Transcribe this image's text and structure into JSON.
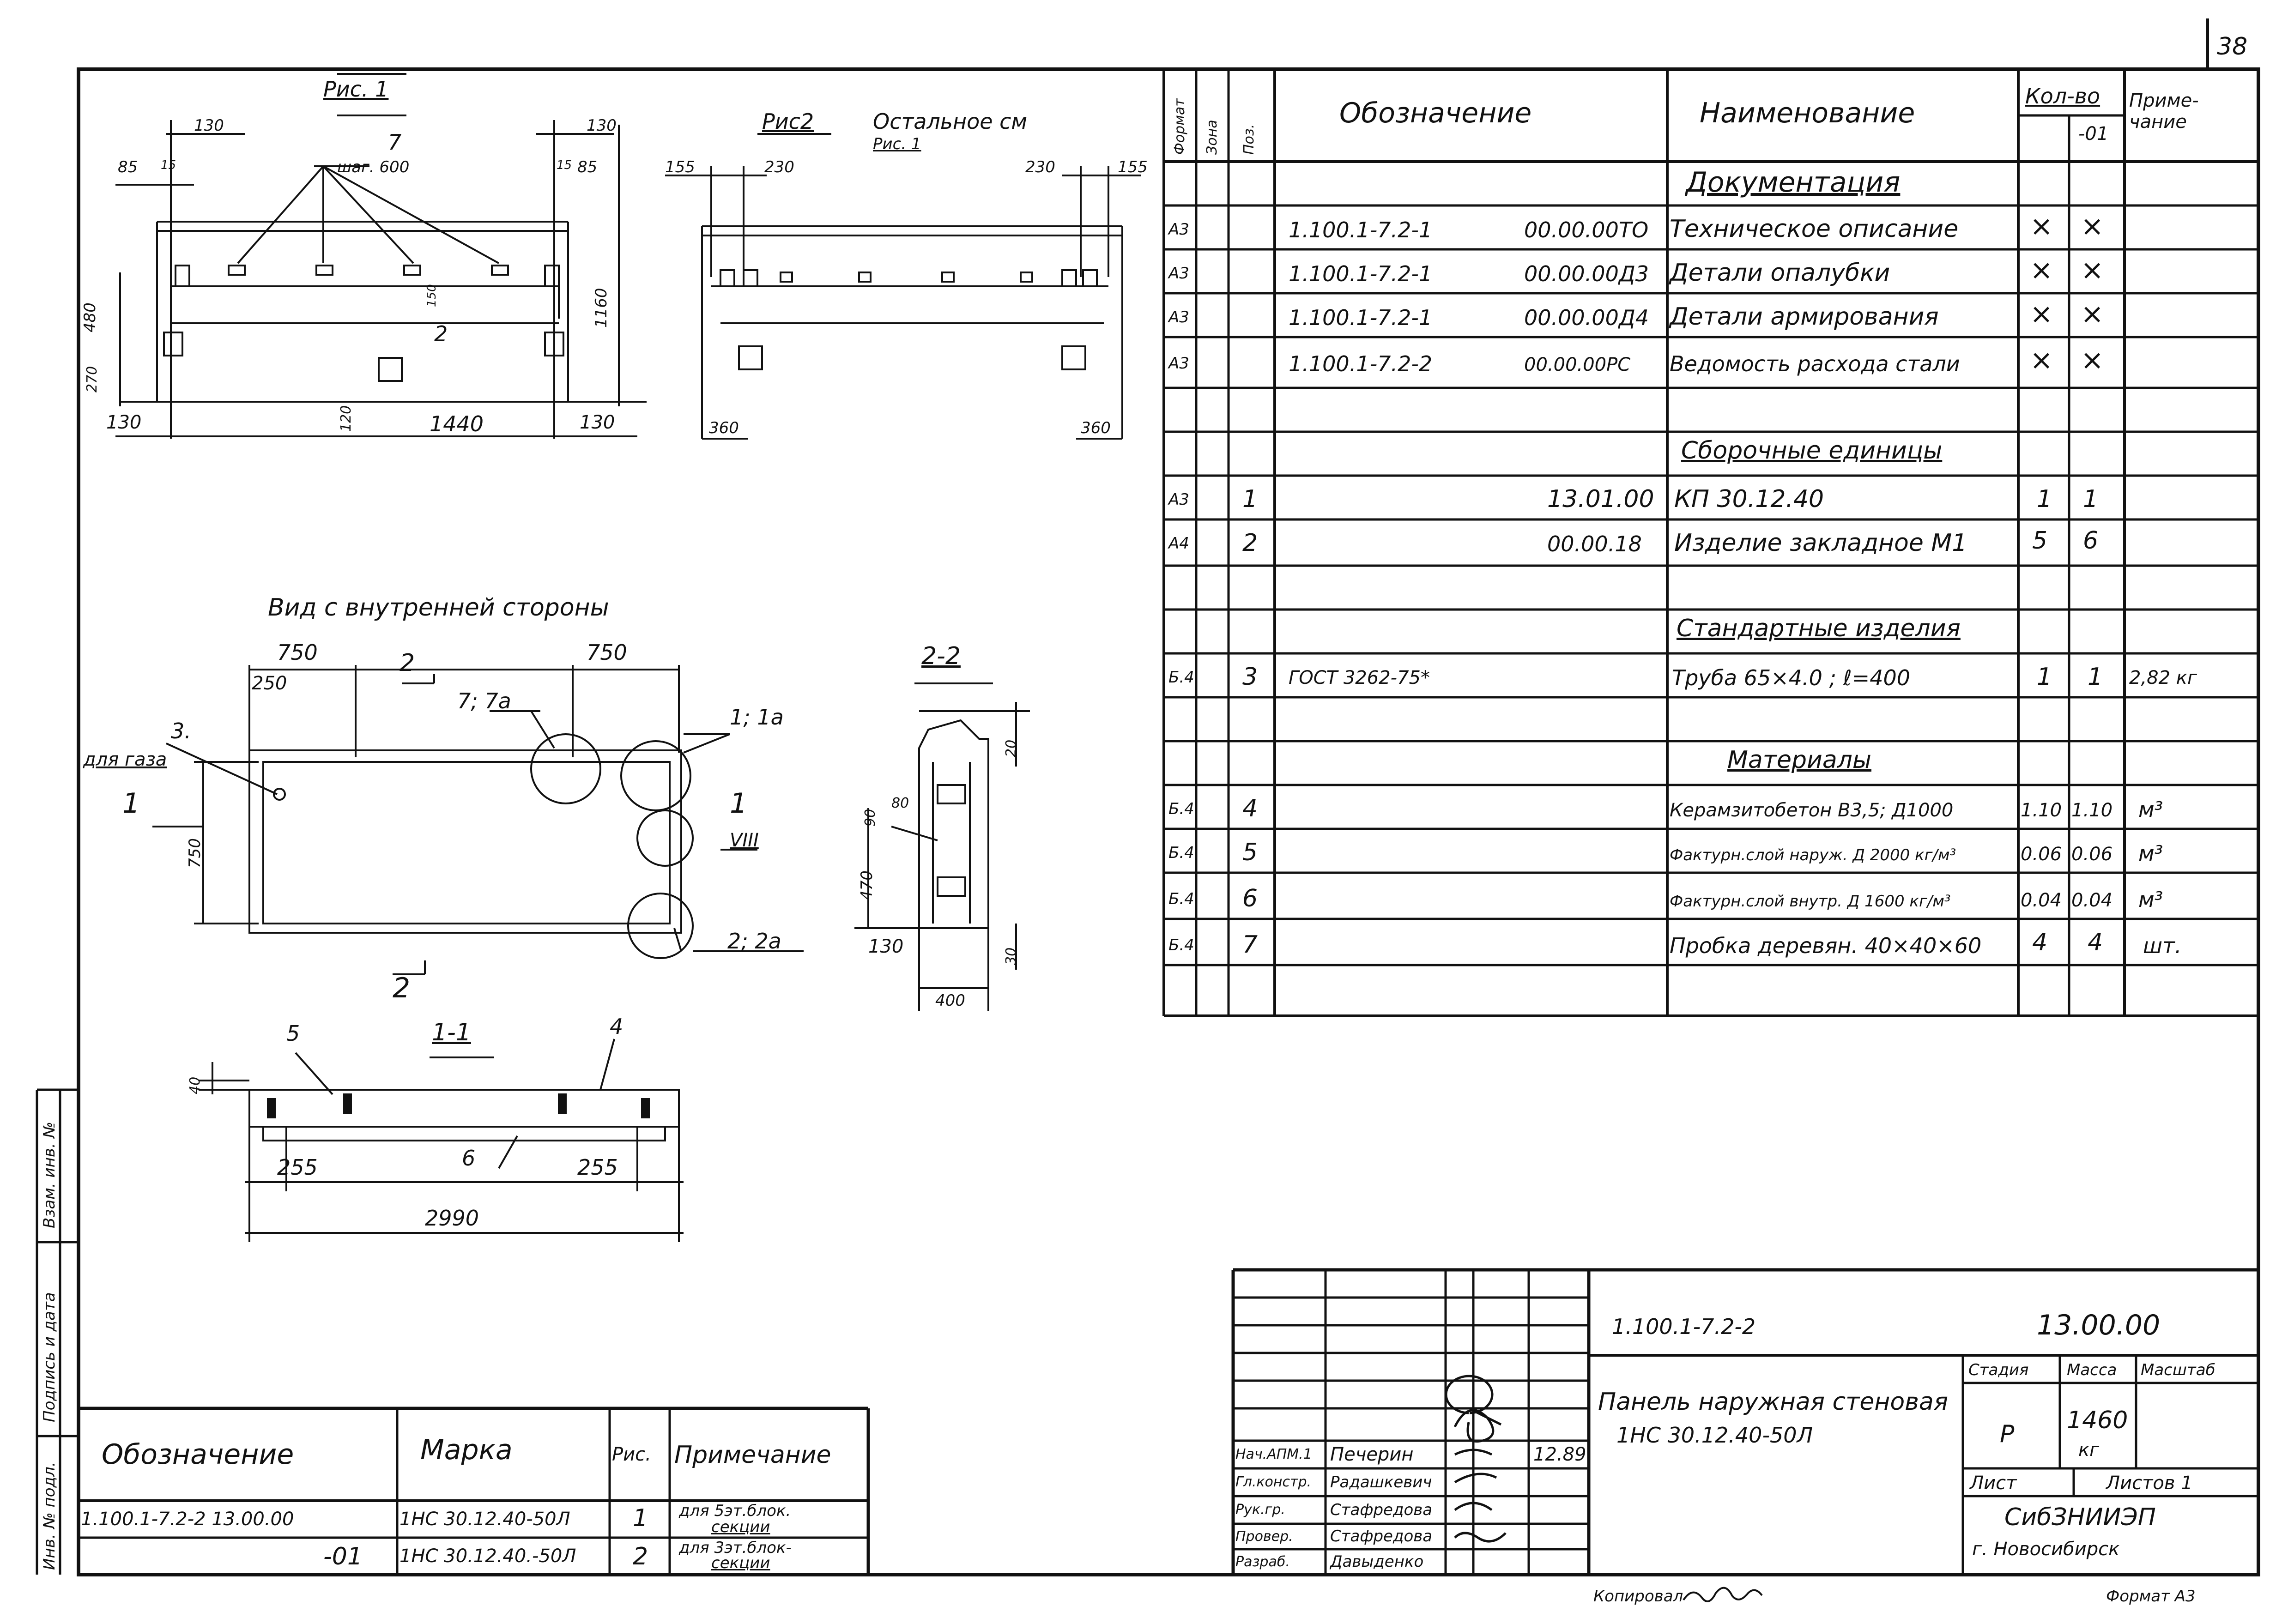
{
  "sheet_number": "38",
  "fig1": {
    "title": "Рис. 1",
    "dims": [
      "130",
      "130",
      "85",
      "15",
      "15",
      "85",
      "7",
      "шаг. 600",
      "480",
      "1160",
      "150",
      "270",
      "2",
      "120",
      "130",
      "1440",
      "130"
    ]
  },
  "fig2": {
    "title": "Рис2",
    "note_line1": "Остальное см",
    "note_line2": "Рис. 1",
    "dims": [
      "155",
      "230",
      "230",
      "155",
      "360",
      "360"
    ]
  },
  "inner_view": {
    "title": "Вид с внутренней стороны",
    "dims": [
      "750",
      "250",
      "2",
      "750",
      "7; 7а",
      "1; 1а",
      "3.",
      "для газа",
      "1",
      "750",
      "1",
      "VIII",
      "2; 2а",
      "2"
    ]
  },
  "section_22": {
    "title": "2-2",
    "dims": [
      "20",
      "90",
      "80",
      "470",
      "130",
      "400",
      "30"
    ]
  },
  "section_11": {
    "title": "1-1",
    "dims": [
      "40",
      "5",
      "4",
      "255",
      "6",
      "255",
      "2990"
    ]
  },
  "spec": {
    "headers": {
      "format": "Формат",
      "zone": "Зона",
      "pos": "Поз.",
      "designation": "Обозначение",
      "name": "Наименование",
      "qty": "Кол-во",
      "qty_sub": "-01",
      "note": "Приме-чание"
    },
    "sections": [
      "Документация",
      "Сборочные единицы",
      "Стандартные изделия",
      "Материалы"
    ],
    "rows": [
      {
        "format": "А3",
        "zone": "",
        "pos": "",
        "designation": "1.100.1-7.2-1",
        "code": "00.00.00ТО",
        "name": "Техническое описание",
        "q1": "×",
        "q2": "×",
        "note": ""
      },
      {
        "format": "А3",
        "zone": "",
        "pos": "",
        "designation": "1.100.1-7.2-1",
        "code": "00.00.00Д3",
        "name": "Детали опалубки",
        "q1": "×",
        "q2": "×",
        "note": ""
      },
      {
        "format": "А3",
        "zone": "",
        "pos": "",
        "designation": "1.100.1-7.2-1",
        "code": "00.00.00Д4",
        "name": "Детали армирования",
        "q1": "×",
        "q2": "×",
        "note": ""
      },
      {
        "format": "А3",
        "zone": "",
        "pos": "",
        "designation": "1.100.1-7.2-2",
        "code": "00.00.00РС",
        "name": "Ведомость расхода стали",
        "q1": "×",
        "q2": "×",
        "note": ""
      },
      {
        "format": "А3",
        "zone": "",
        "pos": "1",
        "designation": "",
        "code": "13.01.00",
        "name": "КП 30.12.40",
        "q1": "1",
        "q2": "1",
        "note": ""
      },
      {
        "format": "А4",
        "zone": "",
        "pos": "2",
        "designation": "",
        "code": "00.00.18",
        "name": "Изделие закладное М1",
        "q1": "5",
        "q2": "6",
        "note": ""
      },
      {
        "format": "Б.4",
        "zone": "",
        "pos": "3",
        "designation": "ГОСТ 3262-75*",
        "code": "",
        "name": "Труба 65×4.0 ; ℓ=400",
        "q1": "1",
        "q2": "1",
        "note": "2,82 кг"
      },
      {
        "format": "Б.4",
        "zone": "",
        "pos": "4",
        "designation": "",
        "code": "",
        "name": "Керамзитобетон В3,5; Д1000",
        "q1": "1.10",
        "q2": "1.10",
        "note": "м³"
      },
      {
        "format": "Б.4",
        "zone": "",
        "pos": "5",
        "designation": "",
        "code": "",
        "name": "Фактурн.слой наруж. Д 2000 кг/м³",
        "q1": "0.06",
        "q2": "0.06",
        "note": "м³"
      },
      {
        "format": "Б.4",
        "zone": "",
        "pos": "6",
        "designation": "",
        "code": "",
        "name": "Фактурн.слой внутр. Д 1600 кг/м³",
        "q1": "0.04",
        "q2": "0.04",
        "note": "м³"
      },
      {
        "format": "Б.4",
        "zone": "",
        "pos": "7",
        "designation": "",
        "code": "",
        "name": "Пробка деревян. 40×40×60",
        "q1": "4",
        "q2": "4",
        "note": "шт."
      }
    ]
  },
  "marks_table": {
    "headers": {
      "designation": "Обозначение",
      "mark": "Марка",
      "fig": "Рис.",
      "note": "Примечание"
    },
    "rows": [
      {
        "designation": "1.100.1-7.2-2   13.00.00",
        "mark": "1НС 30.12.40-50Л",
        "fig": "1",
        "note1": "для 5эт.блок.",
        "note2": "секции"
      },
      {
        "designation": "-01",
        "mark": "1НС 30.12.40.-50Л",
        "fig": "2",
        "note1": "для 3эт.блок-",
        "note2": "секции"
      }
    ]
  },
  "title_block": {
    "code": "1.100.1-7.2-2",
    "number": "13.00.00",
    "title_line1": "Панель наружная стеновая",
    "title_line2": "1НС 30.12.40-50Л",
    "stage_label": "Стадия",
    "mass_label": "Масса",
    "scale_label": "Масштаб",
    "stage": "Р",
    "mass": "1460",
    "mass_unit": "кг",
    "sheet_label": "Лист",
    "sheets_label": "Листов 1",
    "org": "СибЗНИИЭП",
    "city": "г. Новосибирск",
    "date": "12.89",
    "signers": [
      {
        "role": "Нач.АПМ.1",
        "name": "Печерин"
      },
      {
        "role": "Гл.констр.",
        "name": "Радашкевич"
      },
      {
        "role": "Рук.гр.",
        "name": "Стафредова"
      },
      {
        "role": "Провер.",
        "name": "Стафредова"
      },
      {
        "role": "Разраб.",
        "name": "Давыденко"
      }
    ]
  },
  "side_stamp": [
    "Инв. № подл.",
    "Подпись и дата",
    "Взам. инв. №"
  ],
  "footer": {
    "copied": "Копировал",
    "format": "Формат А3"
  }
}
